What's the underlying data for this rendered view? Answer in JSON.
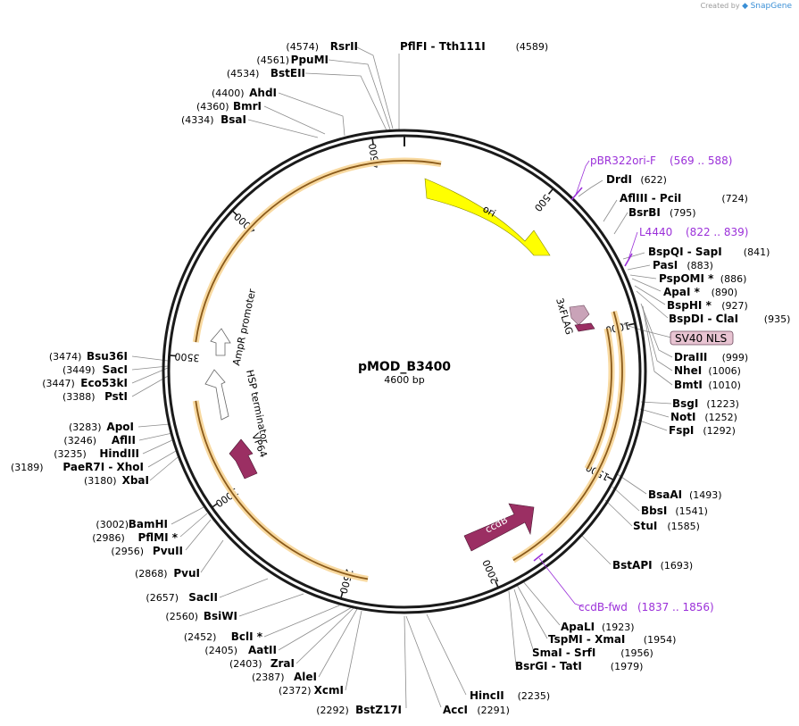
{
  "watermark": {
    "created_by": "Created by",
    "brand": "SnapGene"
  },
  "plasmid": {
    "name": "pMOD_B3400",
    "length": "4600 bp"
  },
  "ticks": [
    "500",
    "1000",
    "1500",
    "2000",
    "2500",
    "3000",
    "3500",
    "4000",
    "4500"
  ],
  "features": [
    {
      "name": "ori",
      "label": "ori",
      "color": "#ffff00"
    },
    {
      "name": "3xFLAG",
      "label": "3xFLAG",
      "color": "#c9a3b8"
    },
    {
      "name": "SV40 NLS",
      "label": "SV40 NLS",
      "color": "#e8c4d2"
    },
    {
      "name": "ccdB",
      "label": "ccdB",
      "color": "#9b2f63"
    },
    {
      "name": "VP64",
      "label": "VP64",
      "color": "#9b2f63"
    },
    {
      "name": "HSP terminator",
      "label": "HSP terminator",
      "color": "#ffffff"
    },
    {
      "name": "AmpR promoter",
      "label": "AmpR promoter",
      "color": "#ffffff"
    }
  ],
  "primers": [
    {
      "name": "pBR322ori-F",
      "range": "(569 .. 588)"
    },
    {
      "name": "L4440",
      "range": "(822 .. 839)"
    },
    {
      "name": "ccdB-fwd",
      "range": "(1837 .. 1856)"
    }
  ],
  "right_sites": [
    {
      "name": "DrdI",
      "pos": "(622)"
    },
    {
      "name": "AflIII  - PciI",
      "pos": "(724)"
    },
    {
      "name": "BsrBI",
      "pos": "(795)"
    },
    {
      "name": "BspQI  - SapI",
      "pos": "(841)"
    },
    {
      "name": "PasI",
      "pos": "(883)"
    },
    {
      "name": "PspOMI *",
      "pos": "(886)"
    },
    {
      "name": "ApaI *",
      "pos": "(890)"
    },
    {
      "name": "BspHI *",
      "pos": "(927)"
    },
    {
      "name": "BspDI  - ClaI",
      "pos": "(935)"
    },
    {
      "name": "DraIII",
      "pos": "(999)"
    },
    {
      "name": "NheI",
      "pos": "(1006)"
    },
    {
      "name": "BmtI",
      "pos": "(1010)"
    },
    {
      "name": "BsgI",
      "pos": "(1223)"
    },
    {
      "name": "NotI",
      "pos": "(1252)"
    },
    {
      "name": "FspI",
      "pos": "(1292)"
    },
    {
      "name": "BsaAI",
      "pos": "(1493)"
    },
    {
      "name": "BbsI",
      "pos": "(1541)"
    },
    {
      "name": "StuI",
      "pos": "(1585)"
    },
    {
      "name": "BstAPI",
      "pos": "(1693)"
    }
  ],
  "bottom_right_sites": [
    {
      "name": "ApaLI",
      "pos": "(1923)"
    },
    {
      "name": "TspMI  - XmaI",
      "pos": "(1954)"
    },
    {
      "name": "SmaI  - SrfI",
      "pos": "(1956)"
    },
    {
      "name": "BsrGI  - TatI",
      "pos": "(1979)"
    },
    {
      "name": "HincII",
      "pos": "(2235)"
    },
    {
      "name": "AccI",
      "pos": "(2291)"
    }
  ],
  "top_sites": [
    {
      "name": "RsrII",
      "pos": "(4574)"
    },
    {
      "name": "PpuMI",
      "pos": "(4561)"
    },
    {
      "name": "BstEII",
      "pos": "(4534)"
    },
    {
      "name": "AhdI",
      "pos": "(4400)"
    },
    {
      "name": "BmrI",
      "pos": "(4360)"
    },
    {
      "name": "BsaI",
      "pos": "(4334)"
    }
  ],
  "top_center_site": {
    "name": "PflFI  - Tth111I",
    "pos": "(4589)"
  },
  "left_sites": [
    {
      "name": "Bsu36I",
      "pos": "(3474)"
    },
    {
      "name": "SacI",
      "pos": "(3449)"
    },
    {
      "name": "Eco53kI",
      "pos": "(3447)"
    },
    {
      "name": "PstI",
      "pos": "(3388)"
    },
    {
      "name": "ApoI",
      "pos": "(3283)"
    },
    {
      "name": "AflII",
      "pos": "(3246)"
    },
    {
      "name": "HindIII",
      "pos": "(3235)"
    },
    {
      "name": "PaeR7I  - XhoI",
      "pos": "(3189)"
    },
    {
      "name": "XbaI",
      "pos": "(3180)"
    },
    {
      "name": "BamHI",
      "pos": "(3002)"
    },
    {
      "name": "PflMI *",
      "pos": "(2986)"
    },
    {
      "name": "PvuII",
      "pos": "(2956)"
    },
    {
      "name": "PvuI",
      "pos": "(2868)"
    },
    {
      "name": "SacII",
      "pos": "(2657)"
    },
    {
      "name": "BsiWI",
      "pos": "(2560)"
    },
    {
      "name": "BclI *",
      "pos": "(2452)"
    },
    {
      "name": "AatII",
      "pos": "(2405)"
    },
    {
      "name": "ZraI",
      "pos": "(2403)"
    },
    {
      "name": "AleI",
      "pos": "(2387)"
    },
    {
      "name": "XcmI",
      "pos": "(2372)"
    },
    {
      "name": "BstZ17I",
      "pos": "(2292)"
    }
  ]
}
